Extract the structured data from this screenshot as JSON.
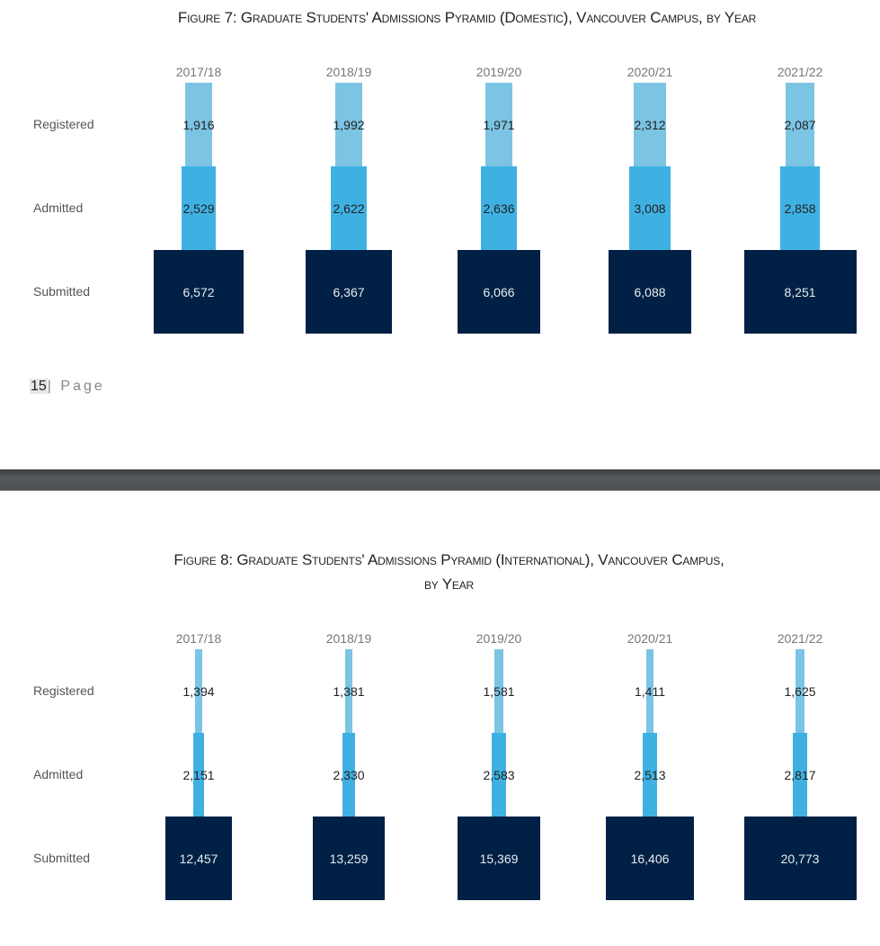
{
  "page_number": "15",
  "page_label": "| Page",
  "colors": {
    "registered": "#7cc4e4",
    "admitted": "#3eb1e2",
    "submitted": "#002145"
  },
  "chart_data": [
    {
      "type": "pyramid",
      "title": "Figure 7: Graduate Students' Admissions Pyramid (Domestic), Vancouver Campus, by Year",
      "categories": [
        "2017/18",
        "2018/19",
        "2019/20",
        "2020/21",
        "2021/22"
      ],
      "row_labels": [
        "Registered",
        "Admitted",
        "Submitted"
      ],
      "series": [
        {
          "name": "Registered",
          "values": [
            1916,
            1992,
            1971,
            2312,
            2087
          ],
          "labels": [
            "1,916",
            "1,992",
            "1,971",
            "2,312",
            "2,087"
          ]
        },
        {
          "name": "Admitted",
          "values": [
            2529,
            2622,
            2636,
            3008,
            2858
          ],
          "labels": [
            "2,529",
            "2,622",
            "2,636",
            "3,008",
            "2,858"
          ]
        },
        {
          "name": "Submitted",
          "values": [
            6572,
            6367,
            6066,
            6088,
            8251
          ],
          "labels": [
            "6,572",
            "6,367",
            "6,066",
            "6,088",
            "8,251"
          ]
        }
      ]
    },
    {
      "type": "pyramid",
      "title_line1": "Figure 8: Graduate Students' Admissions Pyramid (International), Vancouver Campus,",
      "title_line2": "by Year",
      "categories": [
        "2017/18",
        "2018/19",
        "2019/20",
        "2020/21",
        "2021/22"
      ],
      "row_labels": [
        "Registered",
        "Admitted",
        "Submitted"
      ],
      "series": [
        {
          "name": "Registered",
          "values": [
            1394,
            1381,
            1581,
            1411,
            1625
          ],
          "labels": [
            "1,394",
            "1,381",
            "1,581",
            "1,411",
            "1,625"
          ]
        },
        {
          "name": "Admitted",
          "values": [
            2151,
            2330,
            2583,
            2513,
            2817
          ],
          "labels": [
            "2,151",
            "2,330",
            "2,583",
            "2,513",
            "2,817"
          ]
        },
        {
          "name": "Submitted",
          "values": [
            12457,
            13259,
            15369,
            16406,
            20773
          ],
          "labels": [
            "12,457",
            "13,259",
            "15,369",
            "16,406",
            "20,773"
          ]
        }
      ]
    }
  ]
}
